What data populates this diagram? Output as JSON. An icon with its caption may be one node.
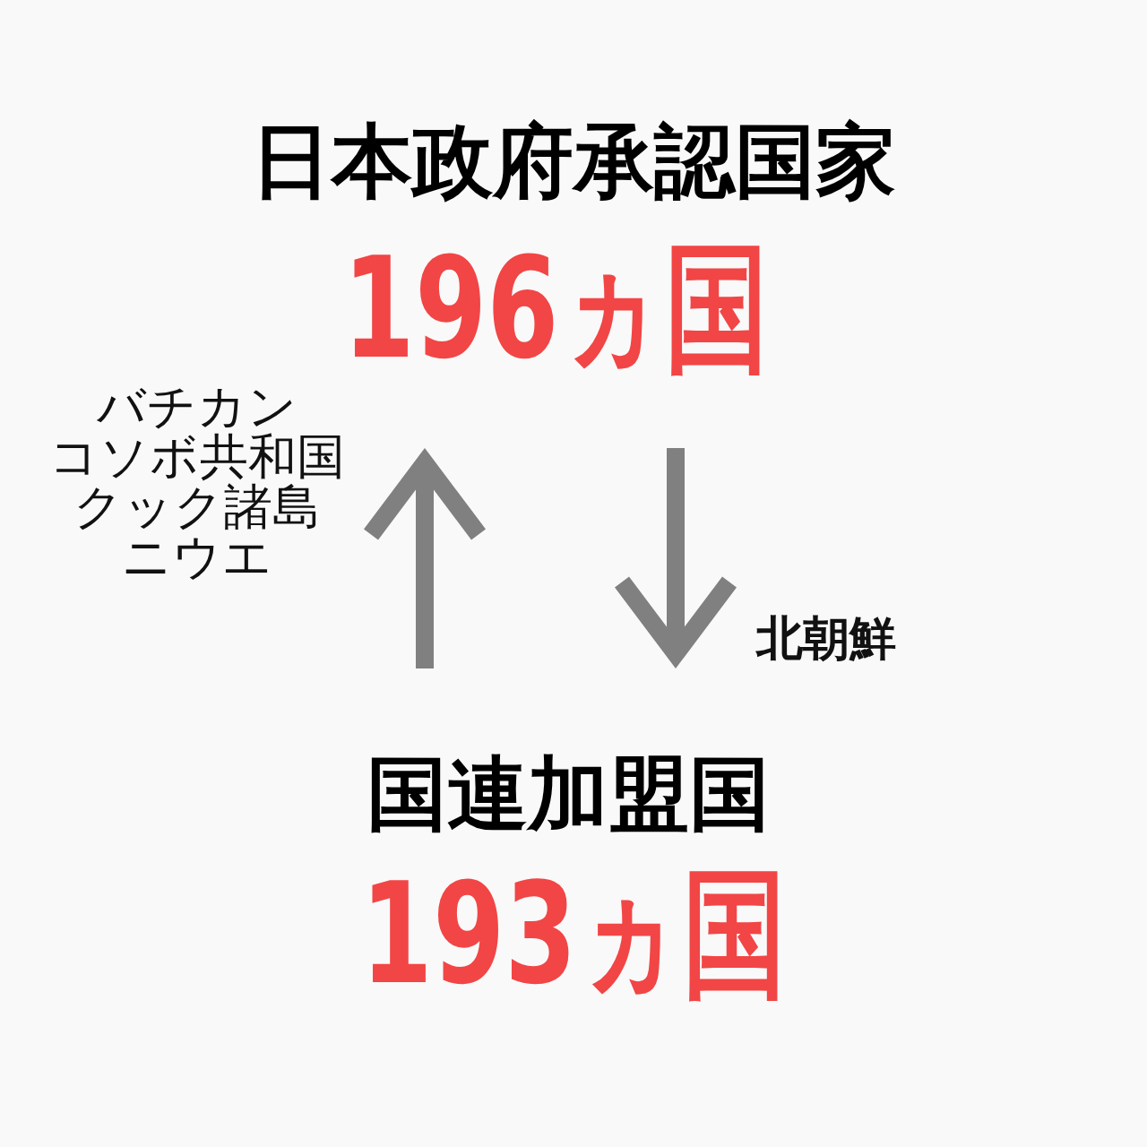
{
  "diagram": {
    "nodes": [
      {
        "text": [
          "日本政府承認国家",
          "196ヵ国"
        ]
      },
      {
        "text": [
          "国連加盟国",
          "193ヵ国"
        ]
      }
    ],
    "edges": [
      {
        "from": 1,
        "to": 0,
        "arrow": "to"
      },
      {
        "from": 0,
        "to": 1,
        "arrow": "to",
        "label": "北朝鮮"
      }
    ],
    "labels": [
      "バチカン",
      "コソボ共和国",
      "クック諸島",
      "ニウエ"
    ]
  }
}
